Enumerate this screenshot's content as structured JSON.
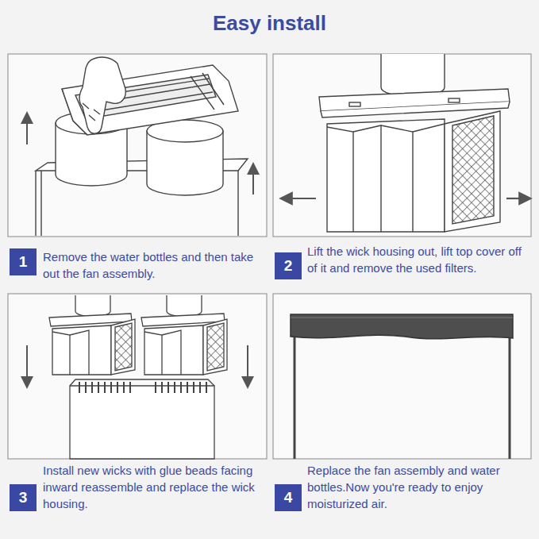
{
  "diagram": {
    "title": "Easy install",
    "nodes": [
      {
        "text": [
          "1"
        ]
      },
      {
        "text": [
          "2"
        ]
      },
      {
        "text": [
          "3"
        ]
      },
      {
        "text": [
          "4"
        ]
      }
    ],
    "labels": [
      "Remove the water bottles and then take out the fan assembly.",
      "Lift the wick housing out, lift top cover off of it and remove the used filters.",
      "Install new wicks with glue beads facing inward reassemble and replace the wick housing.",
      "Replace the fan assembly and water bottles.Now you're ready to enjoy moisturized air."
    ]
  }
}
